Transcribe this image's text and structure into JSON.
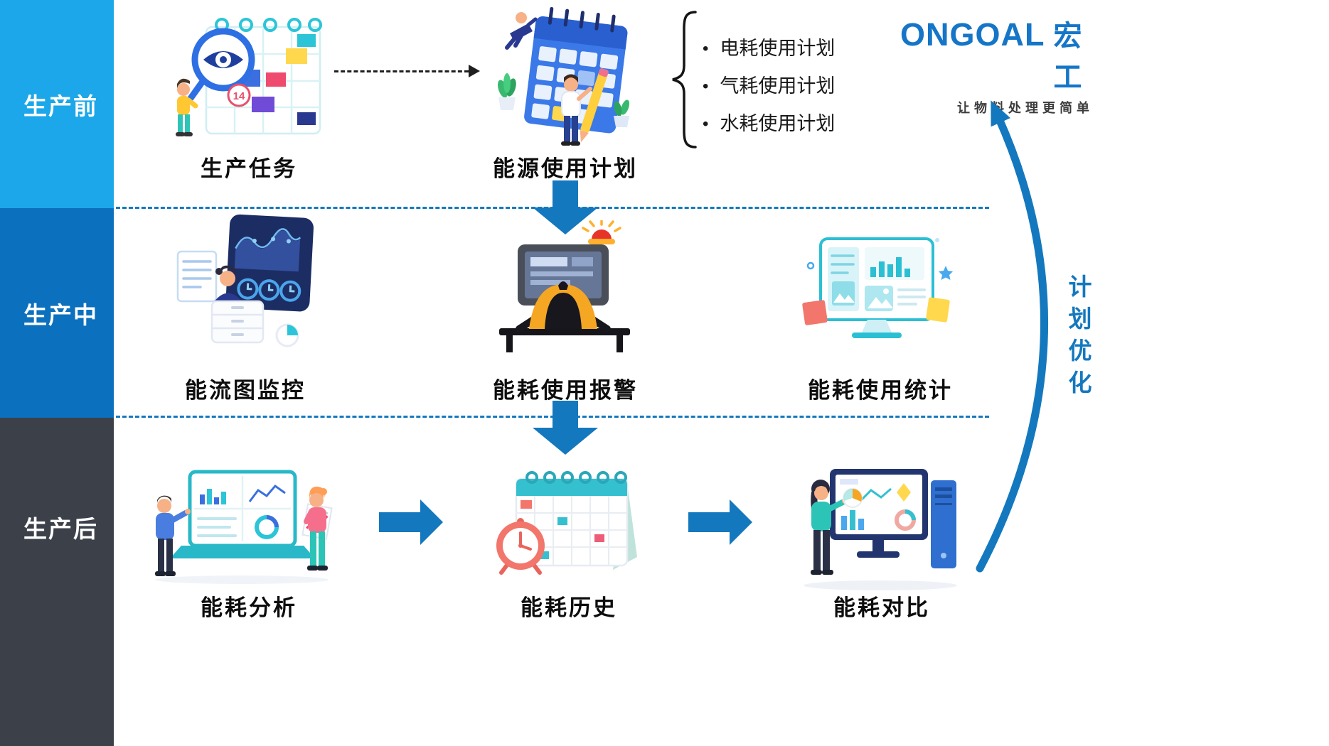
{
  "phases": {
    "pre": "生产前",
    "mid": "生产中",
    "post": "生产后"
  },
  "nodes": {
    "task": "生产任务",
    "energy_plan": "能源使用计划",
    "flow_monitor": "能流图监控",
    "usage_alarm": "能耗使用报警",
    "usage_stats": "能耗使用统计",
    "analysis": "能耗分析",
    "history": "能耗历史",
    "comparison": "能耗对比"
  },
  "plan_bullet": "•",
  "plan_items": [
    "电耗使用计划",
    "气耗使用计划",
    "水耗使用计划"
  ],
  "logo": {
    "brand": "ONGOAL",
    "brand_cn": "宏工",
    "tagline": "让物料处理更简单"
  },
  "feedback_label": "计划优化",
  "calendar_day": "14",
  "colors": {
    "phase_pre_band": "#1BA7E9",
    "phase_mid_band": "#0B70BE",
    "phase_post_band": "#3B4049",
    "arrow_blue": "#1478BE",
    "logo_blue": "#1576C8"
  }
}
